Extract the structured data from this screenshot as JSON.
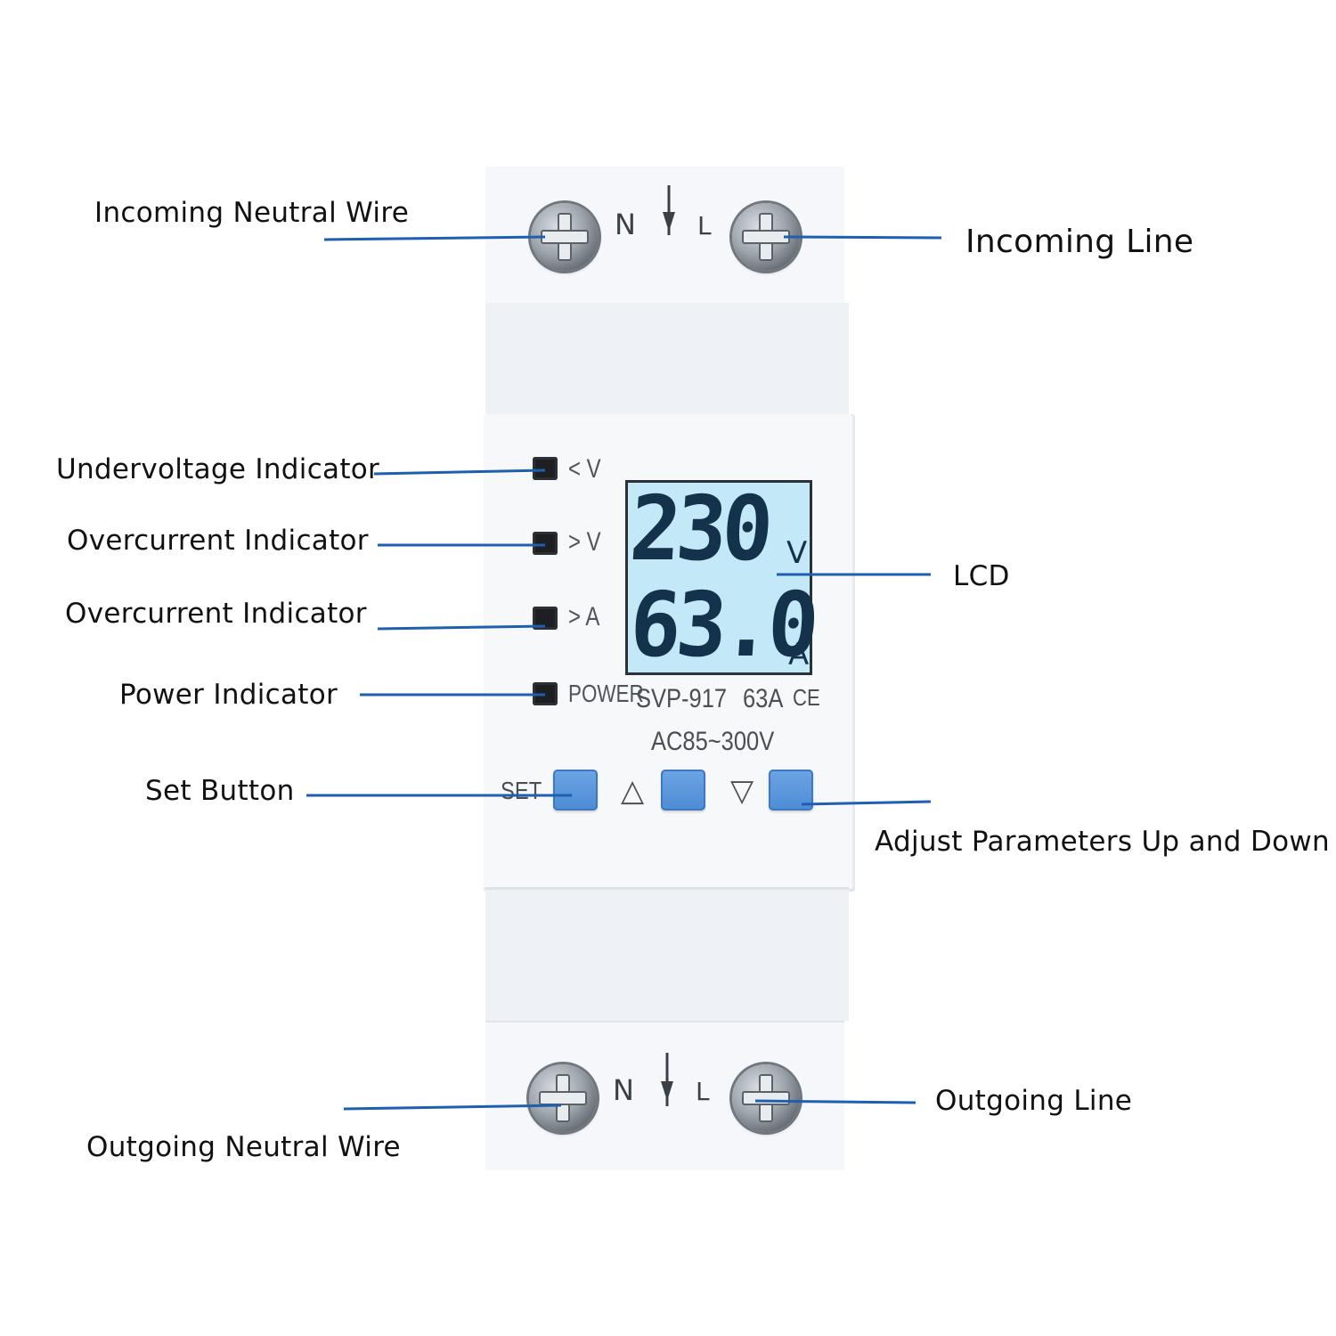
{
  "colors": {
    "leader": "#1f5fb0",
    "lcd_bg": "#c3e9f9",
    "button": "#5b96dc"
  },
  "callouts": {
    "incoming_neutral_wire": "Incoming Neutral Wire",
    "incoming_line": "Incoming Line",
    "undervoltage_indicator": "Undervoltage Indicator",
    "overcurrent_indicator_1": "Overcurrent Indicator",
    "overcurrent_indicator_2": "Overcurrent Indicator",
    "power_indicator": "Power Indicator",
    "set_button": "Set Button",
    "lcd": "LCD",
    "adjust_parameters": "Adjust Parameters Up and Down",
    "outgoing_neutral_wire": "Outgoing Neutral Wire",
    "outgoing_line": "Outgoing Line"
  },
  "device": {
    "terminal_n": "N",
    "terminal_l": "L",
    "led_labels": [
      "< V",
      "> V",
      "> A",
      "POWER"
    ],
    "lcd_voltage": "230",
    "lcd_voltage_unit": "V",
    "lcd_current": "63.0",
    "lcd_current_unit": "A",
    "model": "SVP-917",
    "rating": "63A",
    "ce_mark": "CE",
    "voltage_range": "AC85~300V",
    "set_label": "SET",
    "up_glyph": "△",
    "down_glyph": "▽"
  }
}
